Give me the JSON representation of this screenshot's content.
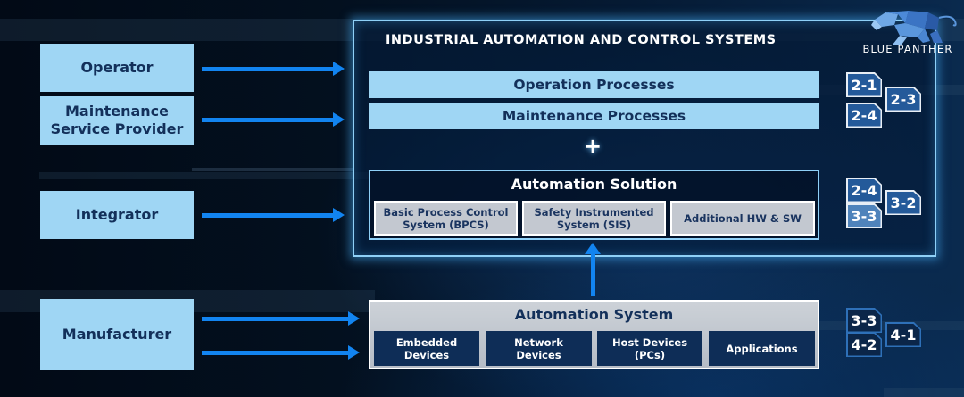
{
  "diagram": {
    "title": "INDUSTRIAL AUTOMATION AND CONTROL SYSTEMS",
    "logo": {
      "text": "BLUE PANTHER",
      "icon": "panther-icon"
    },
    "actors": [
      {
        "id": "operator",
        "label": "Operator"
      },
      {
        "id": "maintenance",
        "label": "Maintenance Service Provider"
      },
      {
        "id": "integrator",
        "label": "Integrator"
      },
      {
        "id": "manufacturer",
        "label": "Manufacturer"
      }
    ],
    "processes": [
      {
        "label": "Operation Processes"
      },
      {
        "label": "Maintenance Processes"
      }
    ],
    "plus": "+",
    "automation_solution": {
      "title": "Automation Solution",
      "items": [
        {
          "label": "Basic Process Control System (BPCS)"
        },
        {
          "label": "Safety Instrumented System (SIS)"
        },
        {
          "label": "Additional HW & SW"
        }
      ]
    },
    "automation_system": {
      "title": "Automation System",
      "items": [
        {
          "label": "Embedded Devices"
        },
        {
          "label": "Network Devices"
        },
        {
          "label": "Host Devices (PCs)"
        },
        {
          "label": "Applications"
        }
      ]
    },
    "badges": {
      "processes": [
        "2-1",
        "2-4",
        "2-3"
      ],
      "solution": [
        "2-4",
        "3-3",
        "3-2"
      ],
      "system": [
        "3-3",
        "4-2",
        "4-1"
      ]
    },
    "colors": {
      "actor_fill": "#9fd6f4",
      "arrow": "#1284f0",
      "frame_glow": "#8fd0f7",
      "badge_dark": "#245a9a",
      "badge_light": "#4f83bb",
      "badge_outline": "#2e70b8"
    }
  }
}
